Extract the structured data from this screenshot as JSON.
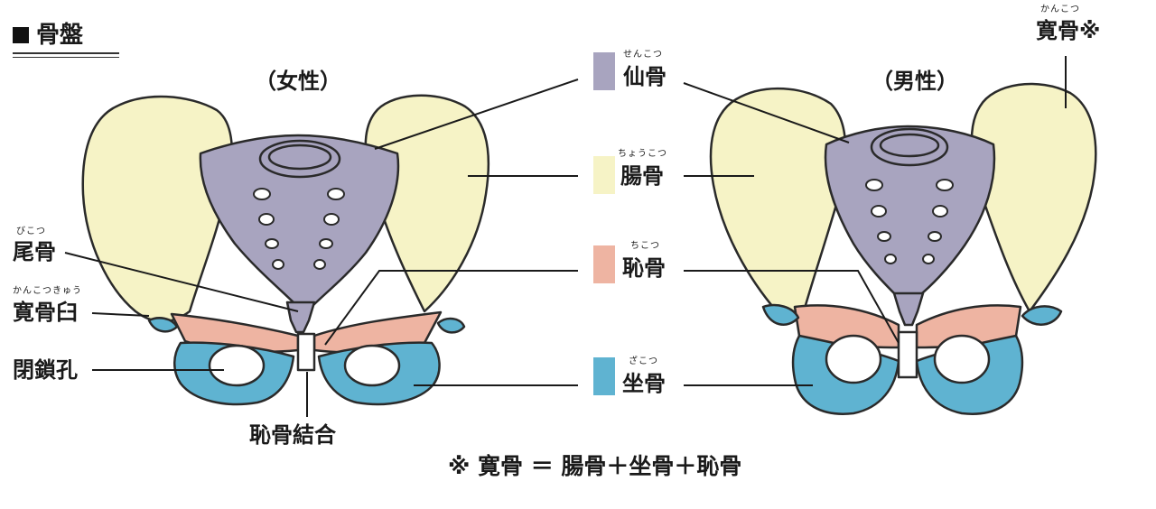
{
  "title": "骨盤",
  "sex_labels": {
    "female": "（女性）",
    "male": "（男性）"
  },
  "legend": [
    {
      "label": "仙骨",
      "ruby": "せんこつ",
      "color": "#a8a4bf"
    },
    {
      "label": "腸骨",
      "ruby": "ちょうこつ",
      "color": "#f6f3c6"
    },
    {
      "label": "恥骨",
      "ruby": "ちこつ",
      "color": "#eeb4a2"
    },
    {
      "label": "坐骨",
      "ruby": "ざこつ",
      "color": "#5fb3d1"
    }
  ],
  "left_labels": [
    {
      "label": "尾骨",
      "ruby": "びこつ"
    },
    {
      "label": "寛骨臼",
      "ruby": "かんこつきゅう"
    },
    {
      "label": "閉鎖孔",
      "ruby": ""
    }
  ],
  "bottom_label": "恥骨結合",
  "corner_label": {
    "label": "寛骨※",
    "ruby": "かんこつ"
  },
  "formula": "※ 寛骨 ＝ 腸骨＋坐骨＋恥骨",
  "colors": {
    "sacrum": "#a8a4bf",
    "ilium": "#f6f3c6",
    "pubis": "#eeb4a2",
    "ischium": "#5fb3d1",
    "outline": "#2a2a2a"
  }
}
